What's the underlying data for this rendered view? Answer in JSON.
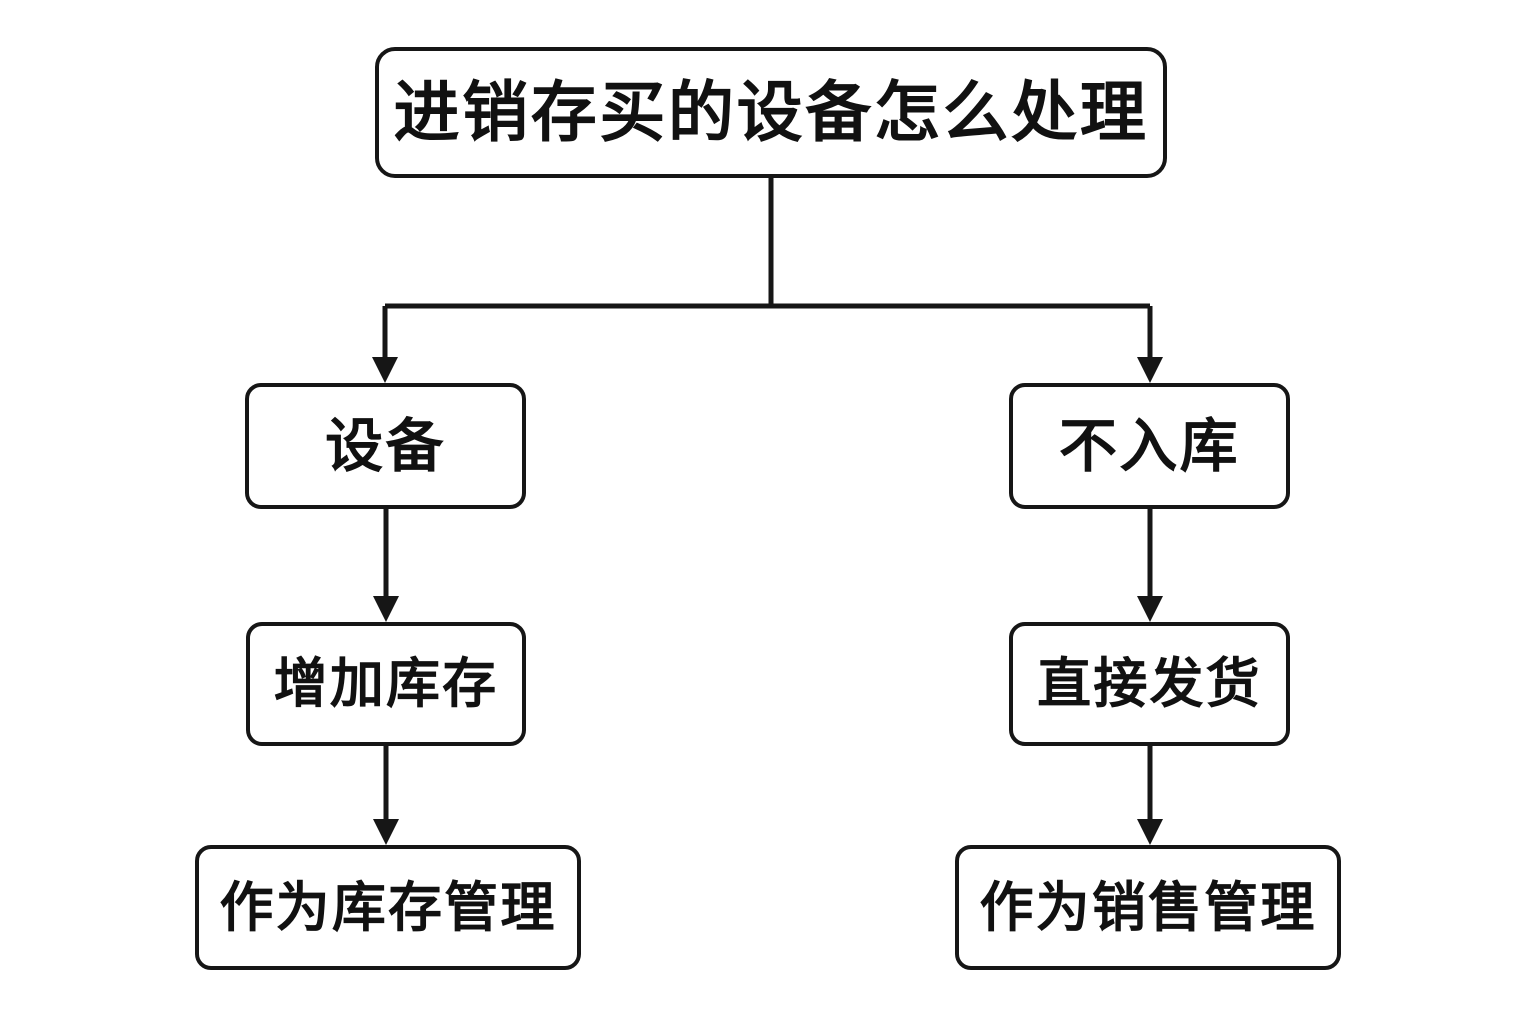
{
  "diagram": {
    "title_node": {
      "label": "进销存买的设备怎么处理",
      "name": "root-decision"
    },
    "branches": [
      {
        "side": "left",
        "steps": [
          {
            "label": "设备",
            "name": "device"
          },
          {
            "label": "增加库存",
            "name": "increase-stock"
          },
          {
            "label": "作为库存管理",
            "name": "manage-as-inventory"
          }
        ]
      },
      {
        "side": "right",
        "steps": [
          {
            "label": "不入库",
            "name": "no-warehousing"
          },
          {
            "label": "直接发货",
            "name": "direct-shipment"
          },
          {
            "label": "作为销售管理",
            "name": "manage-as-sales"
          }
        ]
      }
    ],
    "colors": {
      "background": "#ffffff",
      "node_fill": "#ffffff",
      "stroke": "#161616",
      "text": "#111111"
    }
  }
}
